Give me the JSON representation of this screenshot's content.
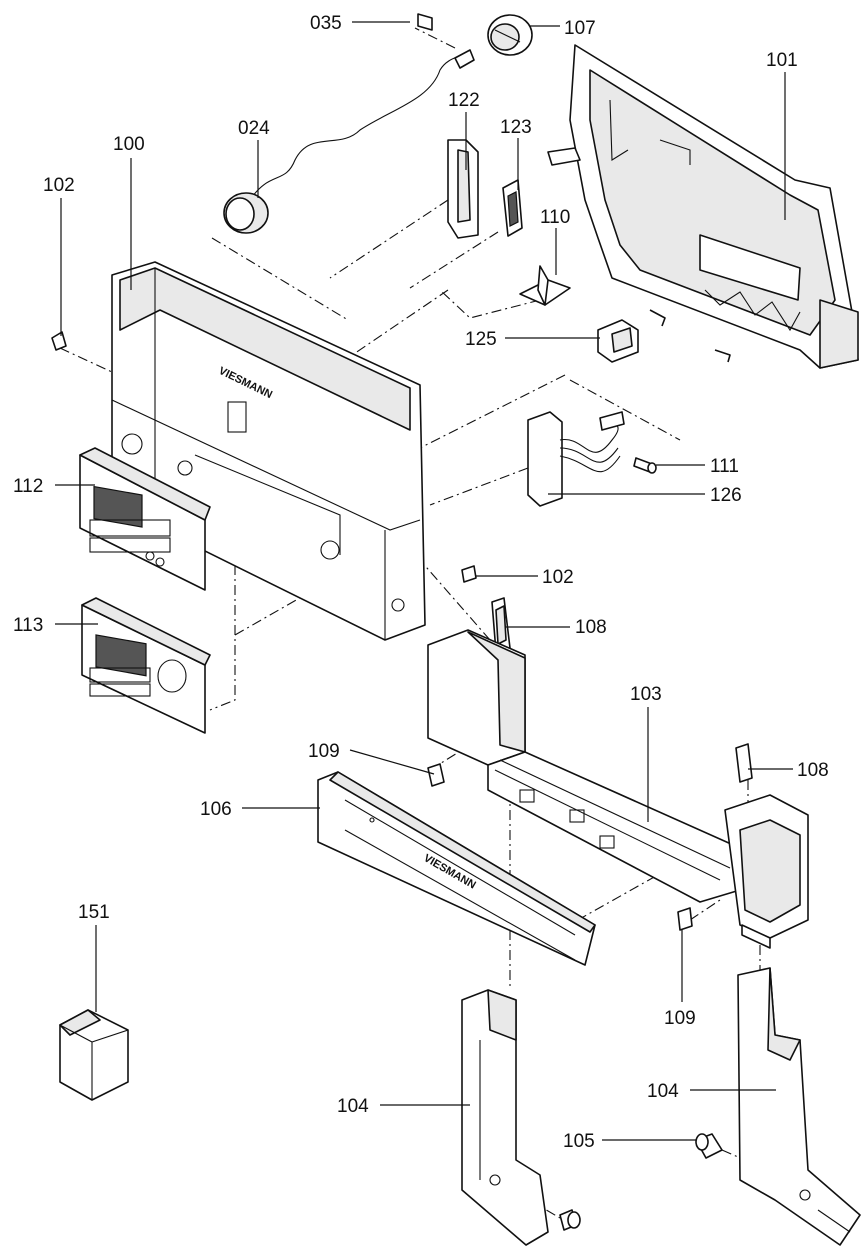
{
  "labels": {
    "p035": "035",
    "p107": "107",
    "p101": "101",
    "p024": "024",
    "p122": "122",
    "p123": "123",
    "p100": "100",
    "p102_top": "102",
    "p110": "110",
    "p125": "125",
    "p111": "111",
    "p126": "126",
    "p112": "112",
    "p102_mid": "102",
    "p108_top": "108",
    "p113": "113",
    "p103": "103",
    "p109_left": "109",
    "p108_right": "108",
    "p106": "106",
    "p109_bottom": "109",
    "p151": "151",
    "p104_left": "104",
    "p104_right": "104",
    "p105": "105"
  },
  "brand": {
    "logo_main": "VIESMANN",
    "logo_front": "VIESMANN"
  }
}
